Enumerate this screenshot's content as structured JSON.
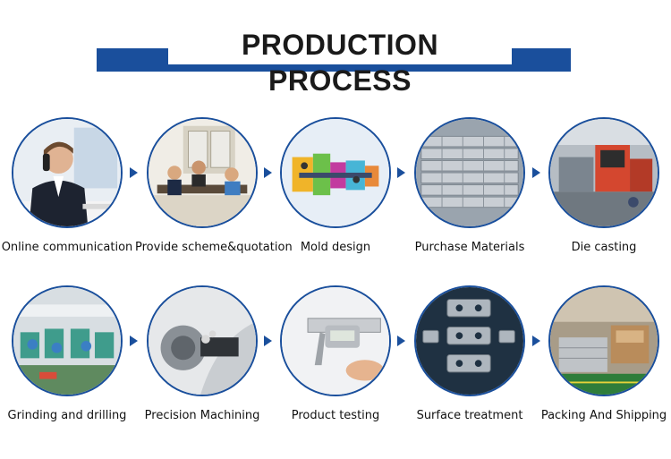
{
  "header": {
    "title": "PRODUCTION PROCESS"
  },
  "colors": {
    "brand_blue": "#1a4f9c"
  },
  "steps": [
    {
      "label": "Online communication"
    },
    {
      "label": "Provide scheme&quotation"
    },
    {
      "label": "Mold design"
    },
    {
      "label": "Purchase Materials"
    },
    {
      "label": "Die casting"
    },
    {
      "label": "Grinding and drilling"
    },
    {
      "label": "Precision Machining"
    },
    {
      "label": "Product testing"
    },
    {
      "label": "Surface treatment"
    },
    {
      "label": "Packing And Shipping"
    }
  ]
}
